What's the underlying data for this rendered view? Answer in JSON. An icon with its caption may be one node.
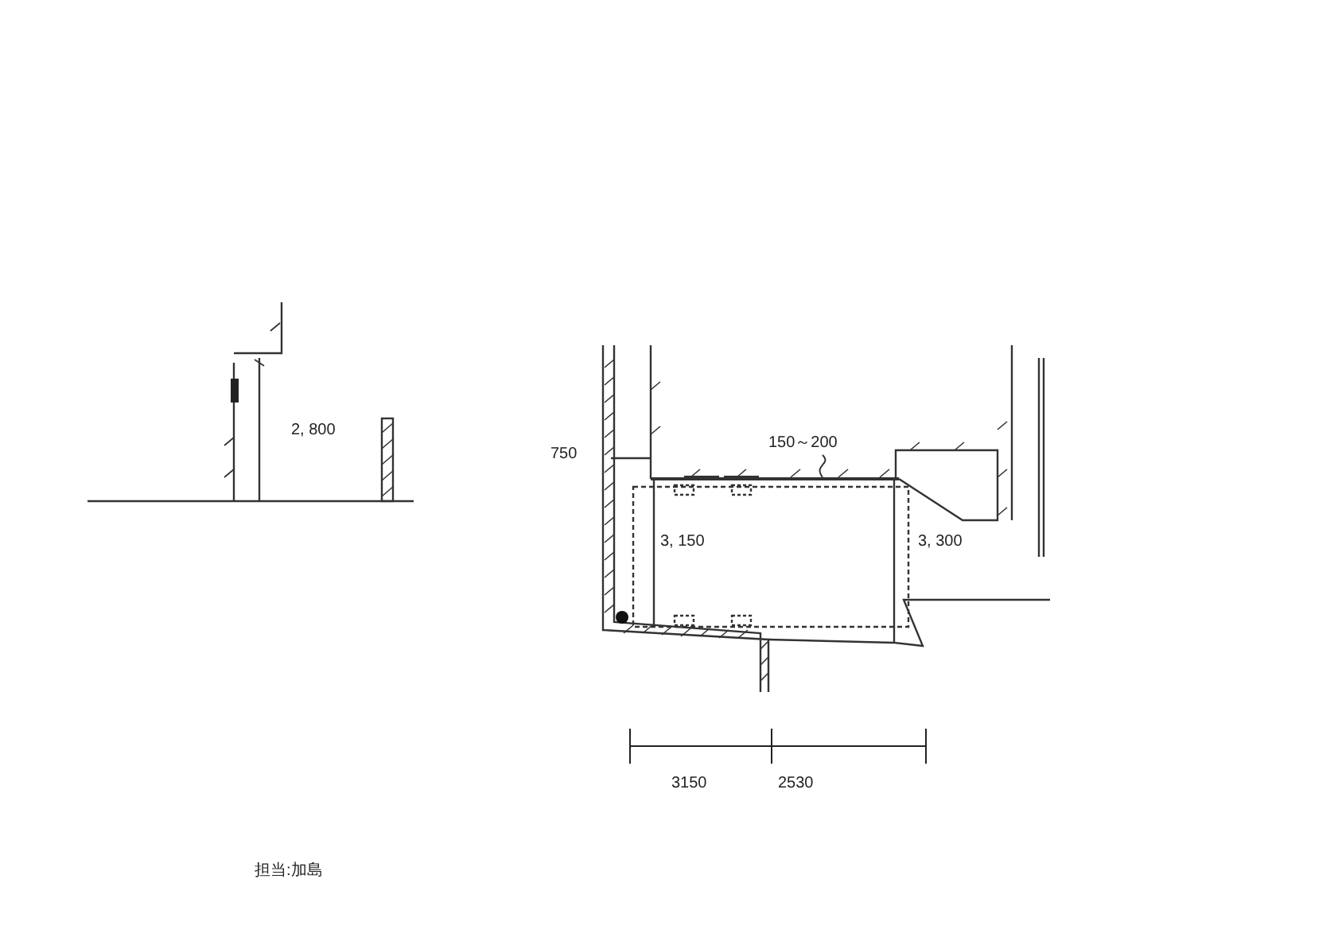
{
  "diagram": {
    "nodes": [
      {
        "text": [
          "150～200"
        ]
      },
      {
        "text": [],
        "shape": "bar"
      }
    ],
    "edges": [
      {
        "from": 0,
        "to": 1,
        "arrow": "none"
      }
    ],
    "labels": [
      "2, 800",
      "750",
      "3, 150",
      "3, 300",
      "3150",
      "2530",
      "担当:加島"
    ]
  }
}
